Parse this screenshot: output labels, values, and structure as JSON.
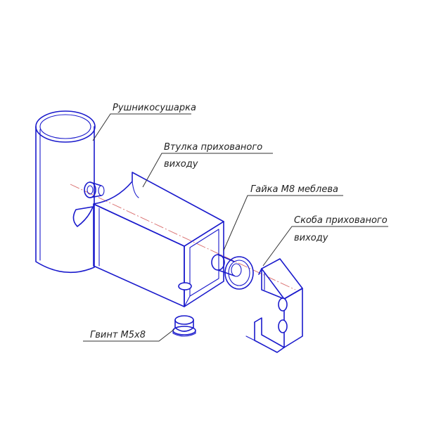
{
  "labels": {
    "towel_dryer": "Рушникосушарка",
    "sleeve_line1": "Втулка прихованого",
    "sleeve_line2": "виходу",
    "nut": "Гайка М8 меблева",
    "bracket_line1": "Скоба прихованого",
    "bracket_line2": "виходу",
    "screw": "Гвинт М5х8"
  },
  "colors": {
    "outline": "#1a1acc",
    "axis": "#d86a6a",
    "leader": "#333333"
  }
}
